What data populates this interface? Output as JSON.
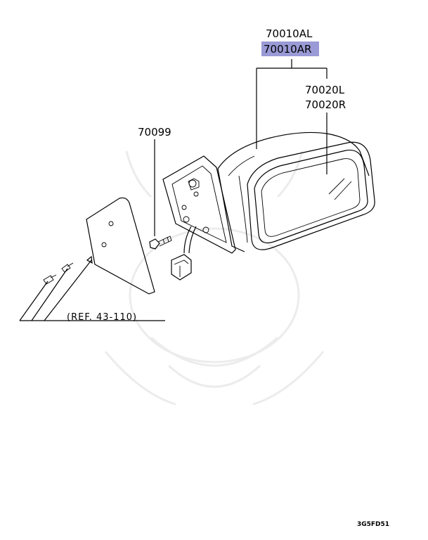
{
  "parts": {
    "mirror_assy_left": "70010AL",
    "mirror_assy_right": "70010AR",
    "mirror_glass_left": "70020L",
    "mirror_glass_right": "70020R",
    "screw": "70099"
  },
  "reference": "(REF. 43-110)",
  "diagram_code": "3G5FD51",
  "colors": {
    "highlight": "#9a9ad6",
    "line": "#000000",
    "watermark": "#ececec"
  }
}
